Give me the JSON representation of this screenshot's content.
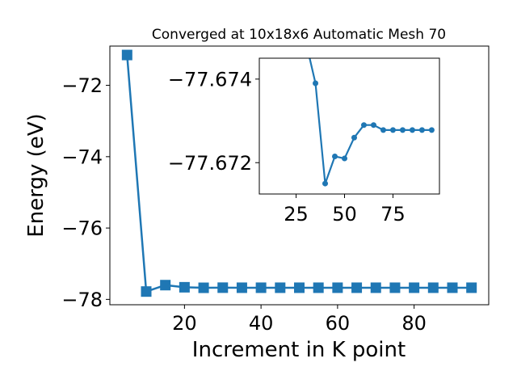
{
  "chart_data": [
    {
      "type": "line",
      "title": "Converged at 10x18x6 Automatic Mesh 70",
      "xlabel": "Increment in K point",
      "ylabel": "Energy (eV)",
      "xlim": [
        0.5,
        99.5
      ],
      "ylim": [
        -78.15,
        -70.9
      ],
      "xticks": [
        20,
        40,
        60,
        80
      ],
      "yticks": [
        -72,
        -74,
        -76,
        -78
      ],
      "ytick_labels": [
        "−72",
        "−74",
        "−76",
        "−78"
      ],
      "grid": false,
      "marker": "square",
      "color": "#1f77b4",
      "series": [
        {
          "x": [
            5,
            10,
            15,
            20,
            25,
            30,
            35,
            40,
            45,
            50,
            55,
            60,
            65,
            70,
            75,
            80,
            85,
            90,
            95
          ],
          "y": [
            -71.15,
            -77.78,
            -77.6,
            -77.66,
            -77.675,
            -77.6715,
            -77.673,
            -77.673,
            -77.673,
            -77.673,
            -77.673,
            -77.673,
            -77.673,
            -77.673,
            -77.673,
            -77.673,
            -77.673,
            -77.673,
            -77.673
          ]
        }
      ]
    },
    {
      "type": "line",
      "title": "",
      "xlabel": "",
      "ylabel": "",
      "xlim": [
        6,
        99
      ],
      "ylim": [
        -77.67125,
        -77.6745
      ],
      "xticks": [
        25,
        50,
        75
      ],
      "yticks": [
        -77.674,
        -77.672
      ],
      "ytick_labels": [
        "−77.674",
        "−77.672"
      ],
      "grid": false,
      "marker": "circle",
      "color": "#1f77b4",
      "series": [
        {
          "x": [
            30,
            35,
            40,
            45,
            50,
            55,
            60,
            65,
            70,
            75,
            80,
            85,
            90,
            95
          ],
          "y": [
            -77.6749,
            -77.6739,
            -77.6715,
            -77.67215,
            -77.6721,
            -77.6726,
            -77.6729,
            -77.6729,
            -77.67278,
            -77.67278,
            -77.67278,
            -77.67278,
            -77.67278,
            -77.67278
          ]
        }
      ]
    }
  ]
}
